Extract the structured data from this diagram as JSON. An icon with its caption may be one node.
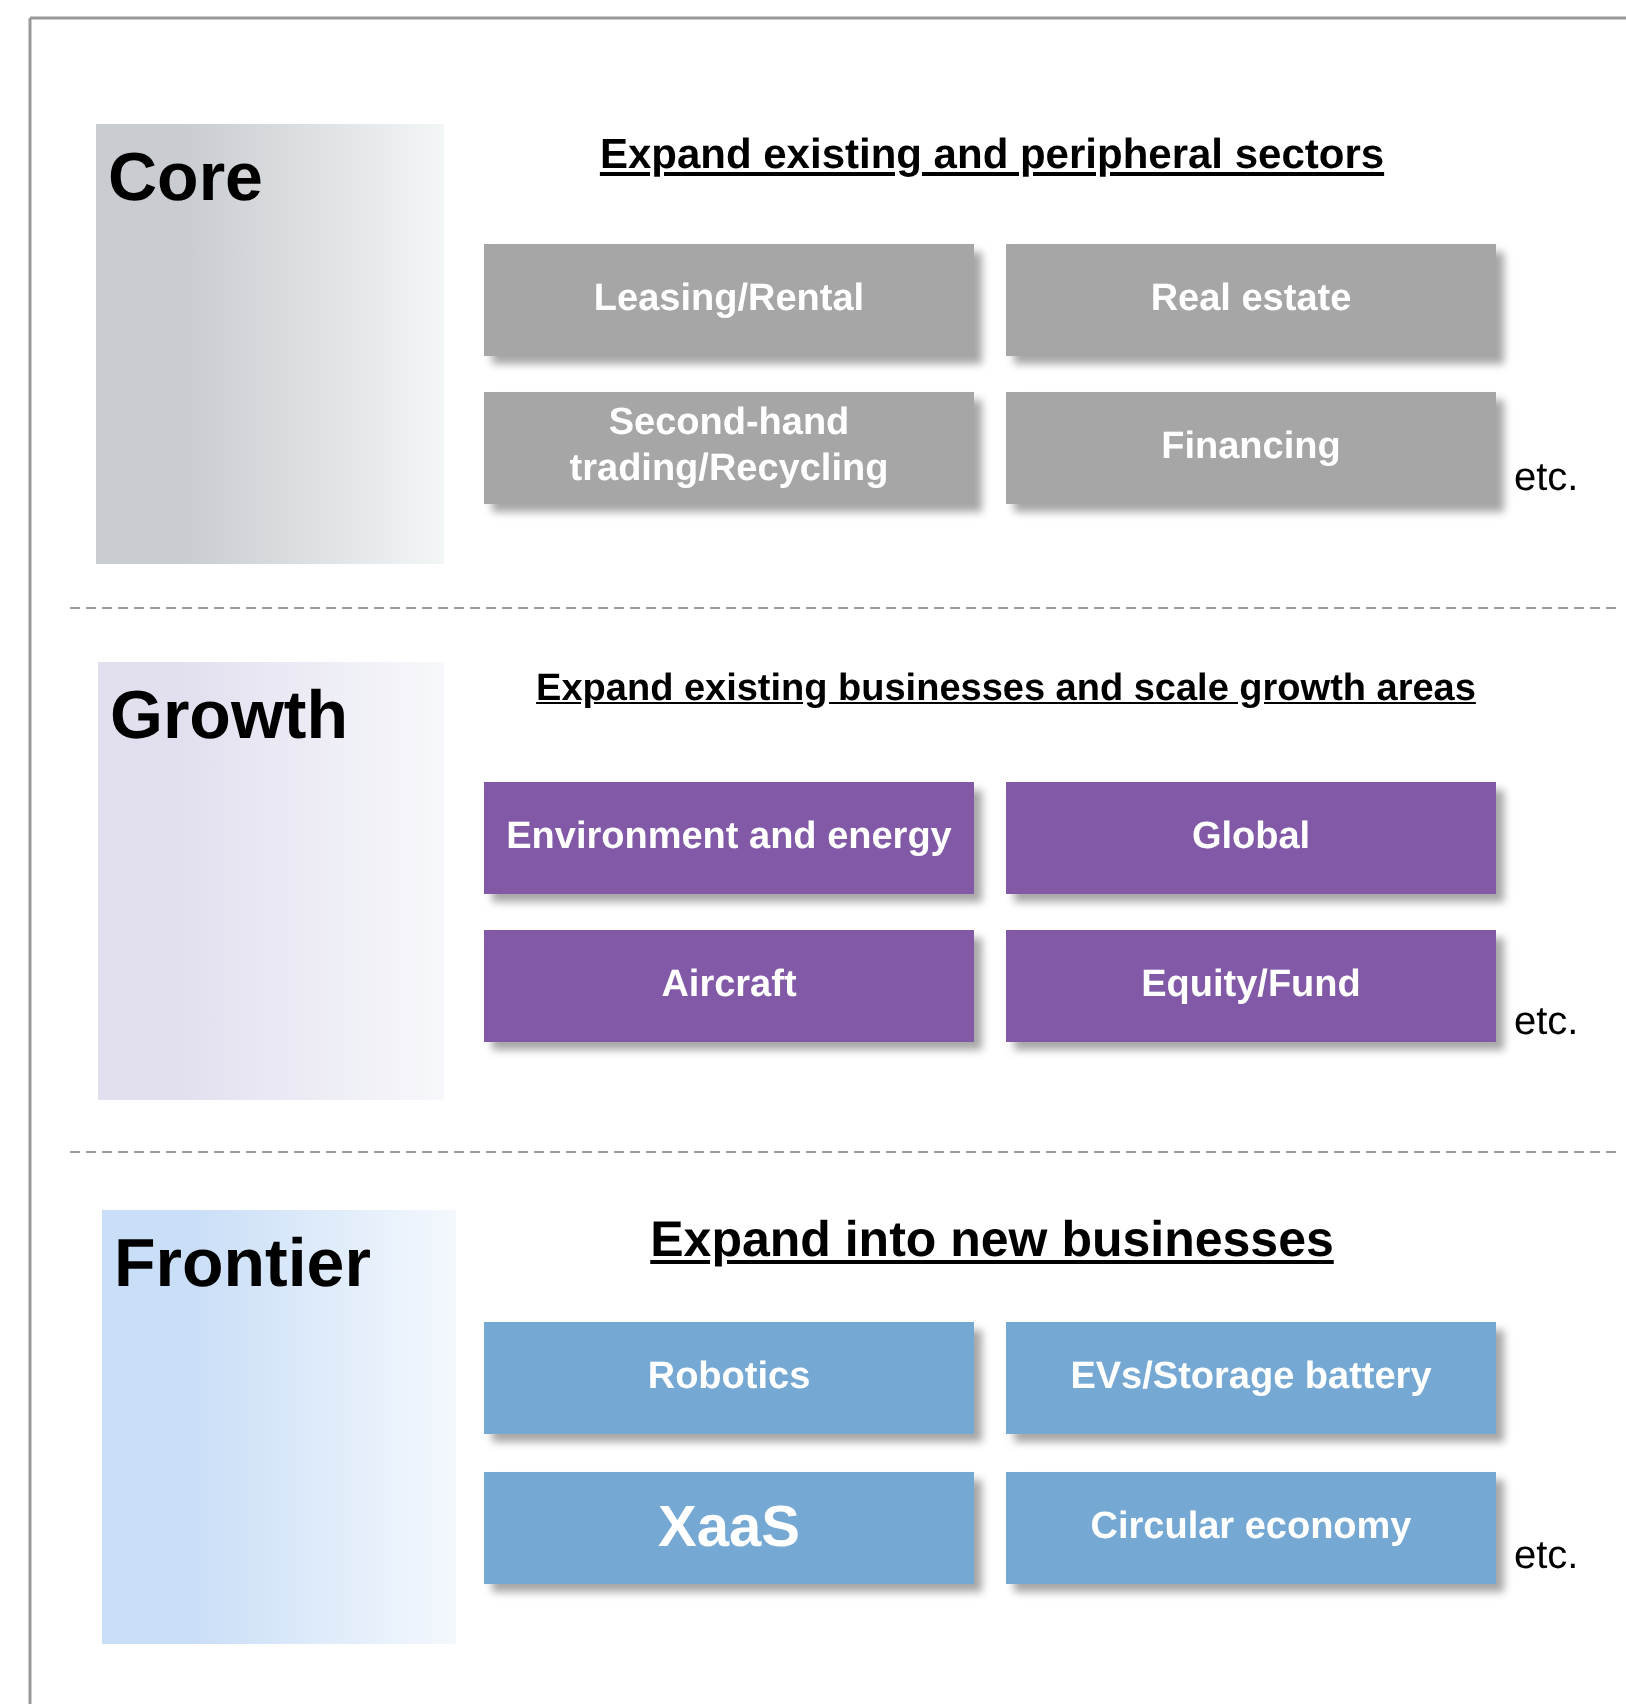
{
  "diagram": {
    "nodes": [
      {
        "text": [
          "Core"
        ]
      },
      {
        "text": [
          "Leasing/Rental"
        ]
      },
      {
        "text": [
          "Real estate"
        ]
      },
      {
        "text": [
          "Second-hand trading/Recycling"
        ]
      },
      {
        "text": [
          "Financing"
        ]
      },
      {
        "text": [
          "Growth"
        ]
      },
      {
        "text": [
          "Environment and energy"
        ]
      },
      {
        "text": [
          "Global"
        ]
      },
      {
        "text": [
          "Aircraft"
        ]
      },
      {
        "text": [
          "Equity/Fund"
        ]
      },
      {
        "text": [
          "Frontier"
        ]
      },
      {
        "text": [
          "Robotics"
        ]
      },
      {
        "text": [
          "EVs/Storage battery"
        ]
      },
      {
        "text": [
          "XaaS"
        ]
      },
      {
        "text": [
          "Circular economy"
        ]
      }
    ],
    "labels": [
      "Expand existing and peripheral sectors",
      "etc.",
      "Expand existing businesses and scale growth areas",
      "etc.",
      "Expand into new businesses",
      "etc."
    ]
  }
}
